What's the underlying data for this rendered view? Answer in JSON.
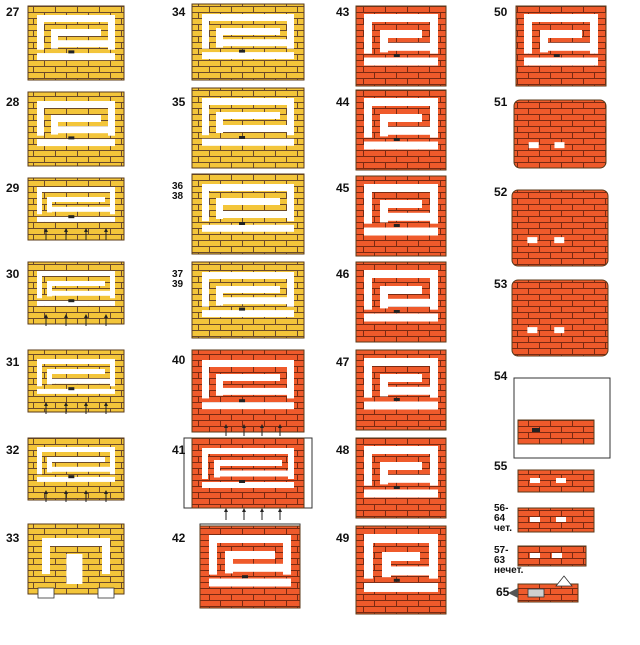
{
  "colors": {
    "yellow": "#f3c53a",
    "red": "#ef5a2b",
    "brick_line": "#6b4a2a",
    "void": "#ffffff"
  },
  "rows": [
    {
      "id": "r27",
      "label": "27",
      "color": "yellow"
    },
    {
      "id": "r28",
      "label": "28",
      "color": "yellow"
    },
    {
      "id": "r29",
      "label": "29",
      "color": "yellow"
    },
    {
      "id": "r30",
      "label": "30",
      "color": "yellow"
    },
    {
      "id": "r31",
      "label": "31",
      "color": "yellow"
    },
    {
      "id": "r32",
      "label": "32",
      "color": "yellow"
    },
    {
      "id": "r33",
      "label": "33",
      "color": "yellow"
    },
    {
      "id": "r34",
      "label": "34",
      "color": "yellow"
    },
    {
      "id": "r35",
      "label": "35",
      "color": "yellow"
    },
    {
      "id": "r36",
      "label": "36\n38",
      "color": "yellow"
    },
    {
      "id": "r37",
      "label": "37\n39",
      "color": "yellow"
    },
    {
      "id": "r40",
      "label": "40",
      "color": "red"
    },
    {
      "id": "r41",
      "label": "41",
      "color": "red"
    },
    {
      "id": "r42",
      "label": "42",
      "color": "red"
    },
    {
      "id": "r43",
      "label": "43",
      "color": "red"
    },
    {
      "id": "r44",
      "label": "44",
      "color": "red"
    },
    {
      "id": "r45",
      "label": "45",
      "color": "red"
    },
    {
      "id": "r46",
      "label": "46",
      "color": "red"
    },
    {
      "id": "r47",
      "label": "47",
      "color": "red"
    },
    {
      "id": "r48",
      "label": "48",
      "color": "red"
    },
    {
      "id": "r49",
      "label": "49",
      "color": "red"
    },
    {
      "id": "r50",
      "label": "50",
      "color": "red"
    },
    {
      "id": "r51",
      "label": "51",
      "color": "red"
    },
    {
      "id": "r52",
      "label": "52",
      "color": "red"
    },
    {
      "id": "r53",
      "label": "53",
      "color": "red"
    },
    {
      "id": "r54",
      "label": "54",
      "color": "red"
    },
    {
      "id": "r55",
      "label": "55",
      "color": "red"
    },
    {
      "id": "r56",
      "label": "56-\n64\nчет.",
      "color": "red"
    },
    {
      "id": "r57",
      "label": "57-\n63\nнечет.",
      "color": "red"
    },
    {
      "id": "r65",
      "label": "65",
      "color": "red"
    }
  ]
}
